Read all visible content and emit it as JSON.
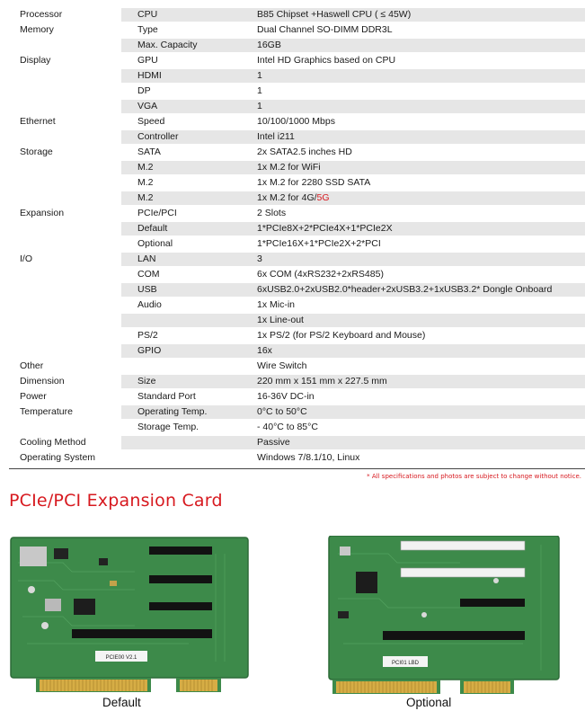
{
  "specs": [
    {
      "cat": "Processor",
      "item": "CPU",
      "value": "B85 Chipset +Haswell  CPU ( ≤ 45W)"
    },
    {
      "cat": "Memory",
      "item": "Type",
      "value": "Dual Channel SO-DIMM DDR3L"
    },
    {
      "cat": "",
      "item": "Max. Capacity",
      "value": "16GB"
    },
    {
      "cat": "Display",
      "item": "GPU",
      "value": "Intel HD Graphics based on CPU"
    },
    {
      "cat": "",
      "item": "HDMI",
      "value": "1"
    },
    {
      "cat": "",
      "item": "DP",
      "value": "1"
    },
    {
      "cat": "",
      "item": "VGA",
      "value": "1"
    },
    {
      "cat": "Ethernet",
      "item": "Speed",
      "value": "10/100/1000 Mbps"
    },
    {
      "cat": "",
      "item": "Controller",
      "value": "Intel i211"
    },
    {
      "cat": "Storage",
      "item": "SATA",
      "value": "2x SATA2.5 inches HD"
    },
    {
      "cat": "",
      "item": "M.2",
      "value": "1x M.2 for WiFi"
    },
    {
      "cat": "",
      "item": "M.2",
      "value": "1x M.2 for 2280 SSD SATA"
    },
    {
      "cat": "",
      "item": "M.2",
      "value": "1x M.2 for 4G/",
      "value_red": "5G"
    },
    {
      "cat": "Expansion",
      "item": "PCIe/PCI",
      "value": "2 Slots"
    },
    {
      "cat": "",
      "item": "Default",
      "value": "1*PCIe8X+2*PCIe4X+1*PCIe2X"
    },
    {
      "cat": "",
      "item": "Optional",
      "value": "1*PCIe16X+1*PCIe2X+2*PCI"
    },
    {
      "cat": "I/O",
      "item": "LAN",
      "value": "3"
    },
    {
      "cat": "",
      "item": "COM",
      "value": "6x COM (4xRS232+2xRS485)"
    },
    {
      "cat": "",
      "item": "USB",
      "value": "6xUSB2.0+2xUSB2.0*header+2xUSB3.2+1xUSB3.2* Dongle Onboard"
    },
    {
      "cat": "",
      "item": "Audio",
      "value": "1x Mic-in"
    },
    {
      "cat": "",
      "item": "",
      "value": "1x Line-out"
    },
    {
      "cat": "",
      "item": "PS/2",
      "value": "1x PS/2 (for PS/2 Keyboard and Mouse)"
    },
    {
      "cat": "",
      "item": "GPIO",
      "value": "16x"
    },
    {
      "cat": "Other",
      "item": "",
      "value": "Wire Switch"
    },
    {
      "cat": "Dimension",
      "item": "Size",
      "value": "220 mm x 151 mm x 227.5 mm"
    },
    {
      "cat": "Power",
      "item": "Standard Port",
      "value": "16-36V DC-in"
    },
    {
      "cat": "Temperature",
      "item": "Operating Temp.",
      "value": "0°C to 50°C"
    },
    {
      "cat": "",
      "item": "Storage Temp.",
      "value": "- 40°C to 85°C"
    },
    {
      "cat": "Cooling Method",
      "item": "",
      "value": "Passive"
    },
    {
      "cat": "Operating System",
      "item": "",
      "value": "Windows 7/8.1/10, Linux"
    }
  ],
  "note": "* All specifications and photos are subject to change without notice.",
  "section_title": "PCIe/PCI Expansion Card",
  "cards": [
    {
      "caption": "Default",
      "board_label": "PCIE00 V2.1"
    },
    {
      "caption": "Optional",
      "board_label": "PCI01 LBD"
    }
  ],
  "colors": {
    "accent": "#d7191f",
    "row_grey": "#e6e6e6",
    "pcb_green": "#3f8a4b"
  }
}
